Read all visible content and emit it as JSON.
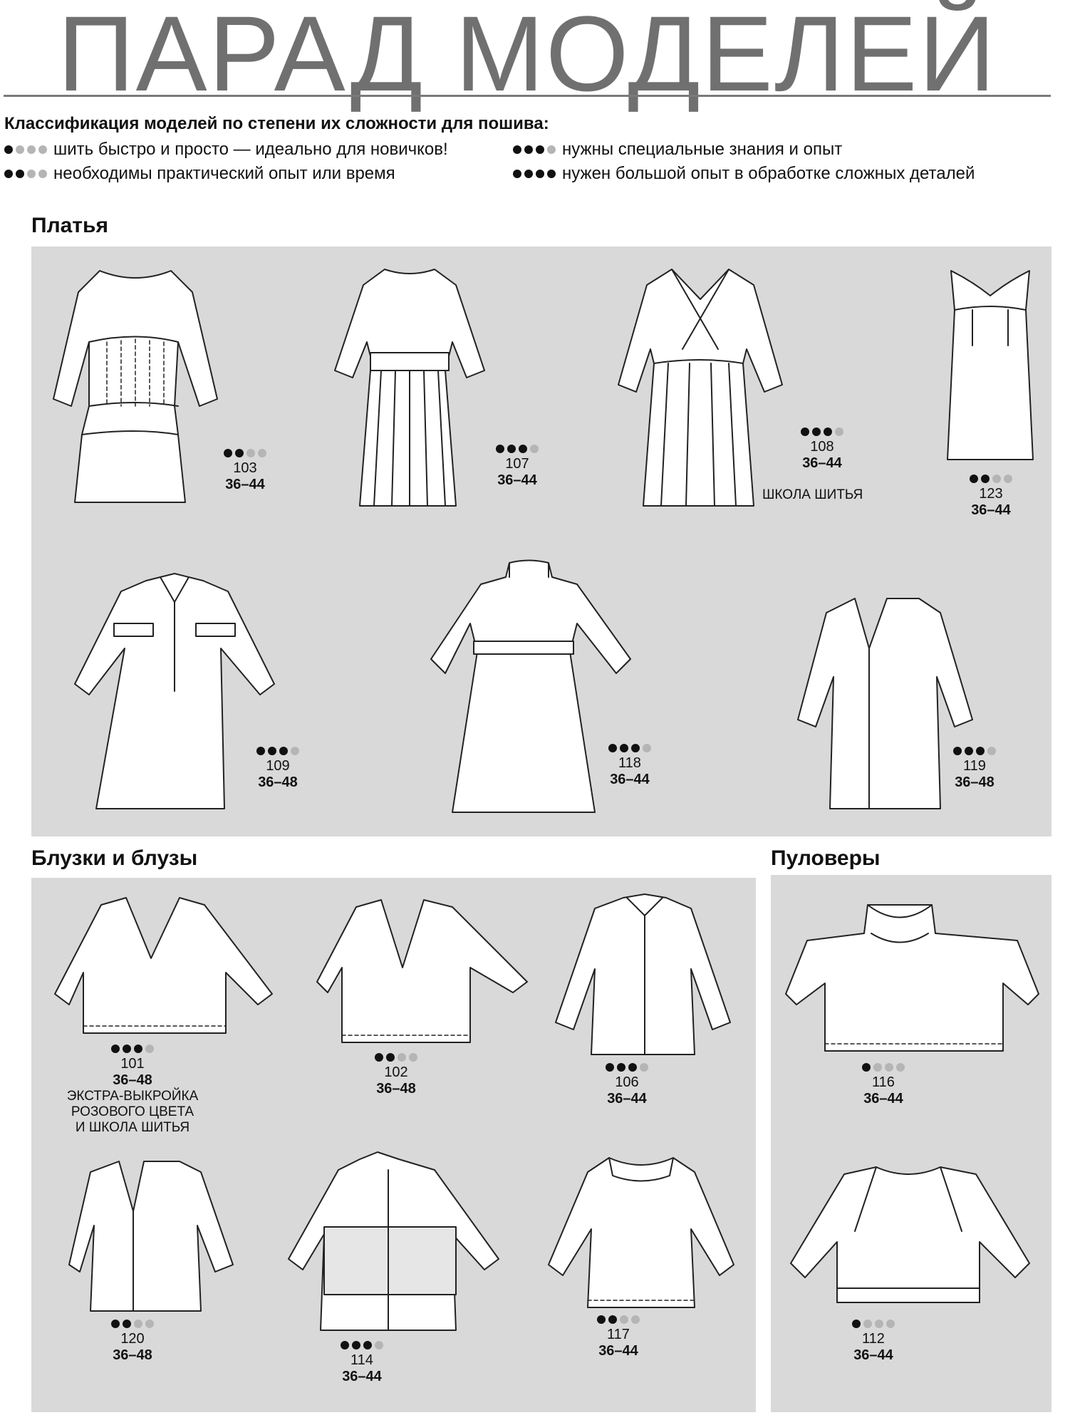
{
  "header": {
    "title": "ПАРАД МОДЕЛЕЙ"
  },
  "legend": {
    "title": "Классификация моделей по степени их сложности для пошива:",
    "levels": [
      {
        "dots": 1,
        "text": "шить быстро и просто — идеально для новичков!"
      },
      {
        "dots": 2,
        "text": "необходимы практический опыт или время"
      },
      {
        "dots": 3,
        "text": "нужны специальные знания и опыт"
      },
      {
        "dots": 4,
        "text": "нужен большой опыт в обработке сложных деталей"
      }
    ]
  },
  "sections": {
    "dresses": {
      "heading": "Платья",
      "items": [
        {
          "number": "103",
          "sizes": "36–44",
          "difficulty": 2
        },
        {
          "number": "107",
          "sizes": "36–44",
          "difficulty": 3
        },
        {
          "number": "108",
          "sizes": "36–44",
          "difficulty": 3,
          "note": "ШКОЛА ШИТЬЯ"
        },
        {
          "number": "123",
          "sizes": "36–44",
          "difficulty": 2
        },
        {
          "number": "109",
          "sizes": "36–48",
          "difficulty": 3
        },
        {
          "number": "118",
          "sizes": "36–44",
          "difficulty": 3
        },
        {
          "number": "119",
          "sizes": "36–48",
          "difficulty": 3
        }
      ]
    },
    "blouses": {
      "heading": "Блузки и блузы",
      "items": [
        {
          "number": "101",
          "sizes": "36–48",
          "difficulty": 3,
          "note_lines": [
            "ЭКСТРА-ВЫКРОЙКА",
            "РОЗОВОГО ЦВЕТА",
            "И ШКОЛА ШИТЬЯ"
          ]
        },
        {
          "number": "102",
          "sizes": "36–48",
          "difficulty": 2
        },
        {
          "number": "106",
          "sizes": "36–44",
          "difficulty": 3
        },
        {
          "number": "120",
          "sizes": "36–48",
          "difficulty": 2
        },
        {
          "number": "114",
          "sizes": "36–44",
          "difficulty": 3
        },
        {
          "number": "117",
          "sizes": "36–44",
          "difficulty": 2
        }
      ]
    },
    "pullovers": {
      "heading": "Пуловеры",
      "items": [
        {
          "number": "116",
          "sizes": "36–44",
          "difficulty": 1
        },
        {
          "number": "112",
          "sizes": "36–44",
          "difficulty": 1
        }
      ]
    }
  },
  "colors": {
    "panel": "#d9d9d9",
    "title": "#707070",
    "dot_on": "#111111",
    "dot_off": "#b5b5b5"
  }
}
